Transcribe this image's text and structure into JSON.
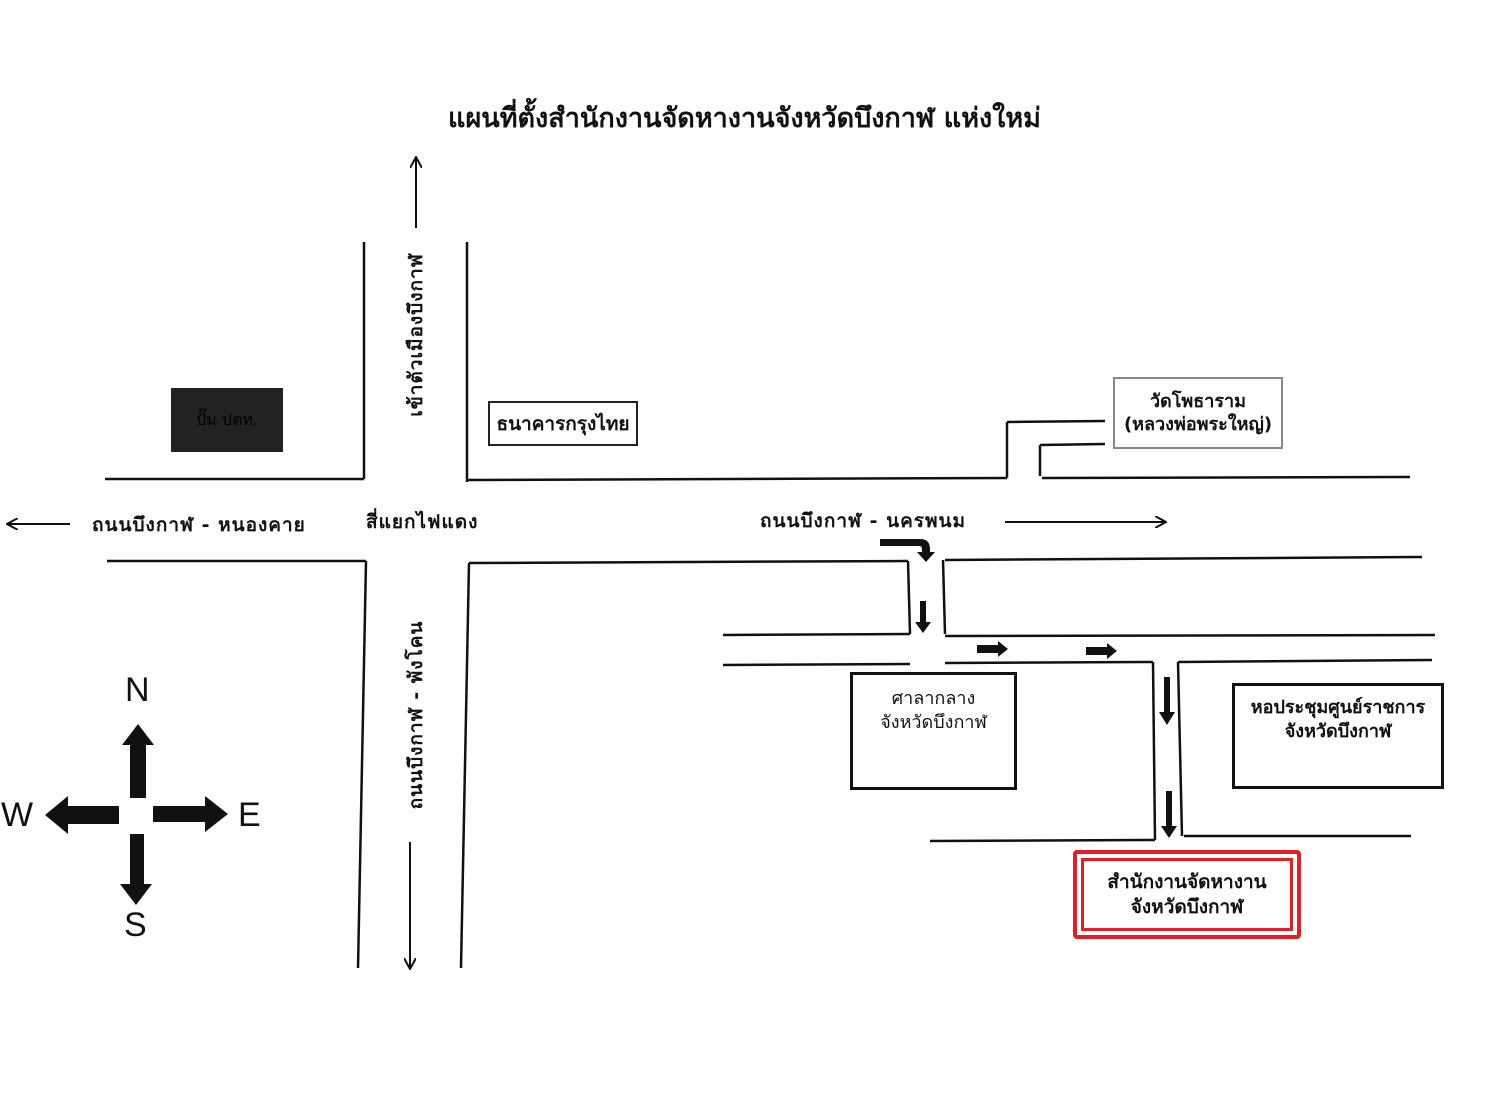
{
  "title": "แผนที่ตั้งสำนักงานจัดหางานจังหวัดบึงกาฬ แห่งใหม่",
  "roads": {
    "north": "เข้าตัวเมืองบึงกาฬ",
    "west": "ถนนบึงกาฬ - หนองคาย",
    "intersection": "สี่แยกไฟแดง",
    "east": "ถนนบึงกาฬ - นครพนม",
    "south": "ถนนบึงกาฬ - พังโคน"
  },
  "landmarks": {
    "bank": "ธนาคารกรุงไทย",
    "temple_line1": "วัดโพธาราม",
    "temple_line2": "(หลวงพ่อพระใหญ่)",
    "city_hall_line1": "ศาลากลาง",
    "city_hall_line2": "จังหวัดบึงกาฬ",
    "hall_line1": "หอประชุมศูนย์ราชการ",
    "hall_line2": "จังหวัดบึงกาฬ",
    "dark_block": "ปั๊ม ปตท."
  },
  "destination": {
    "line1": "สำนักงานจัดหางาน",
    "line2": "จังหวัดบึงกาฬ",
    "color": "#e31e24"
  },
  "compass": {
    "n": "N",
    "s": "S",
    "e": "E",
    "w": "W"
  }
}
